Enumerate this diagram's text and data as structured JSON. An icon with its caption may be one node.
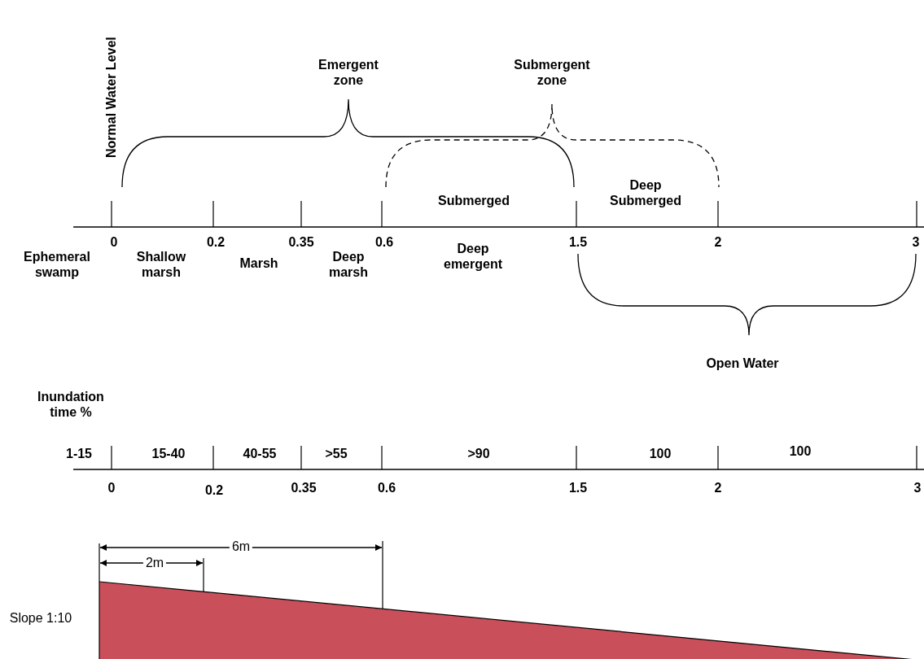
{
  "diagram": {
    "labels": [
      "Normal Water Level",
      "Emergent zone",
      "Submergent zone",
      "Submerged",
      "Deep Submerged",
      "0",
      "0.2",
      "0.35",
      "0.6",
      "1.5",
      "2",
      "3",
      "Ephemeral swamp",
      "Shallow marsh",
      "Marsh",
      "Deep marsh",
      "Deep emergent",
      "Open Water",
      "Inundation time %",
      "1-15",
      "15-40",
      "40-55",
      ">55",
      ">90",
      "100",
      "100",
      "0",
      "0.2",
      "0.35",
      "0.6",
      "1.5",
      "2",
      "3",
      "6m",
      "2m",
      "Slope 1:10"
    ]
  }
}
